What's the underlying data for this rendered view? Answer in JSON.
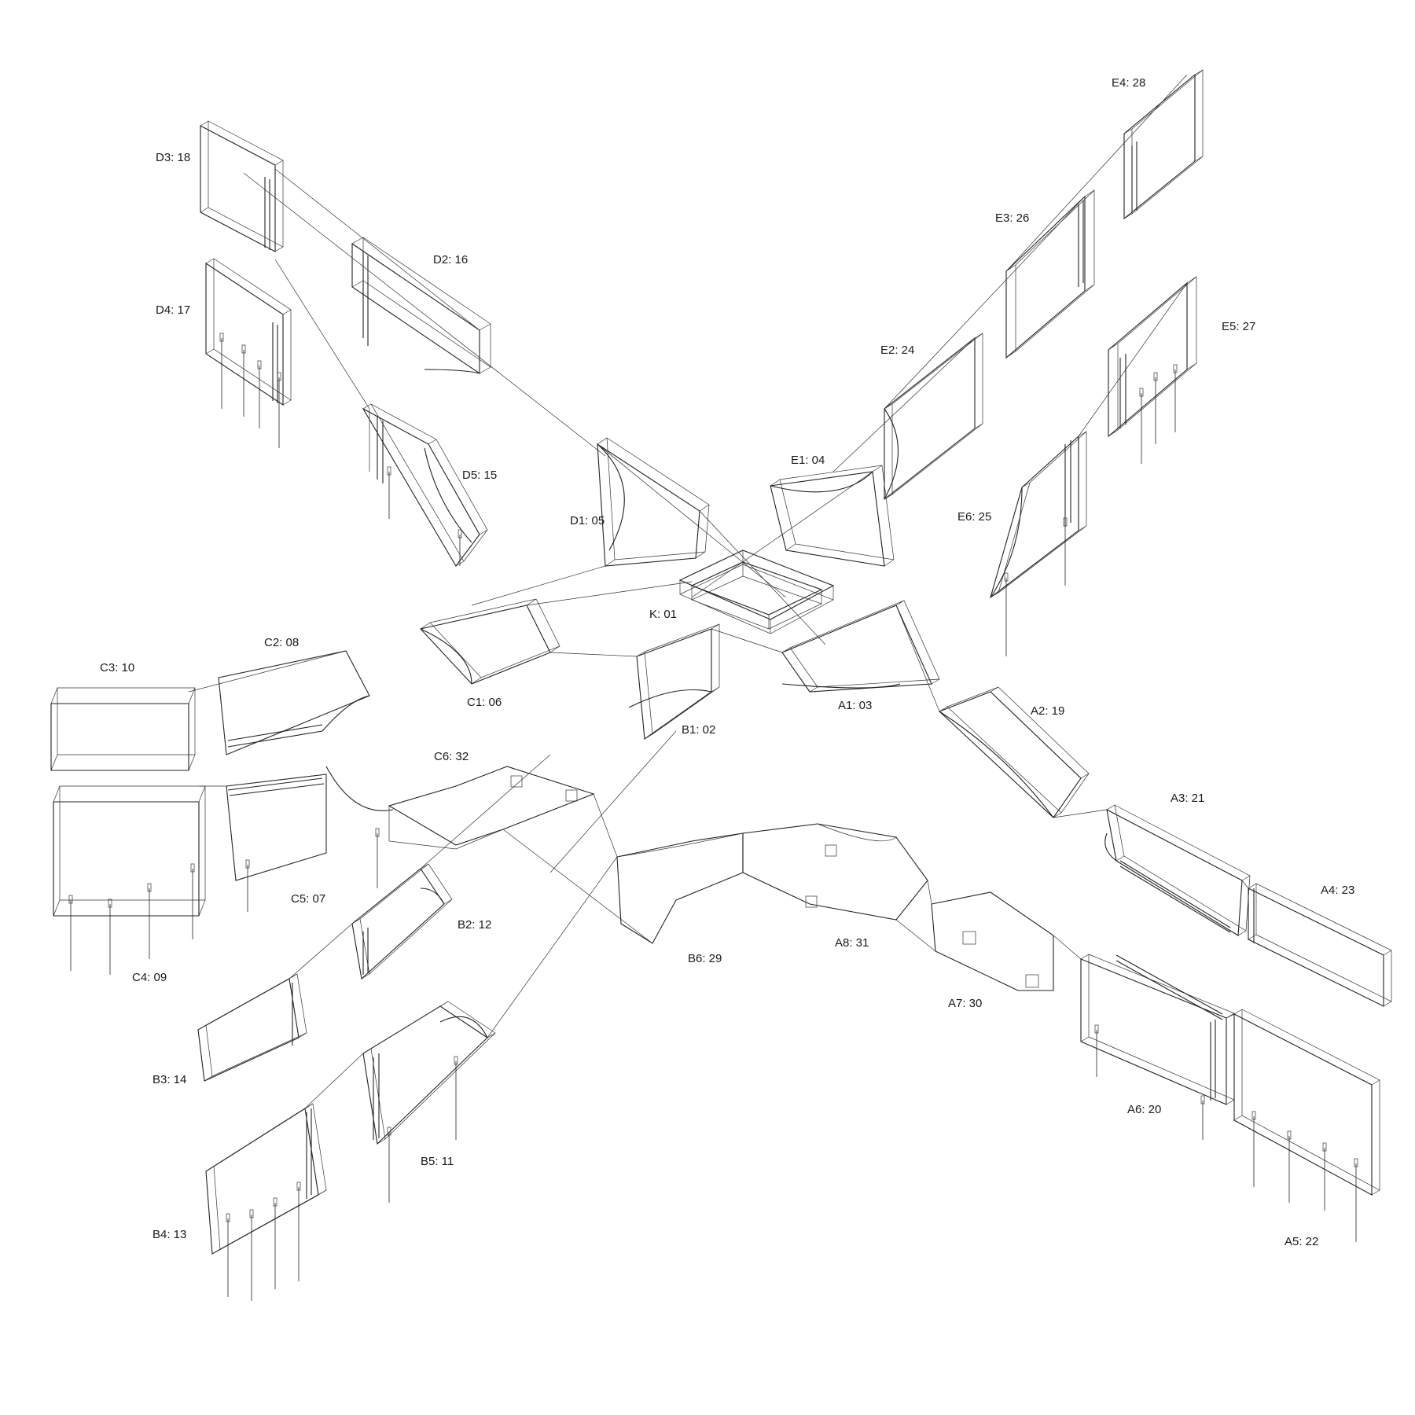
{
  "diagram": {
    "ink_color": "#222222",
    "background": "#ffffff",
    "parts": [
      {
        "id": "K",
        "label": "K: 01"
      },
      {
        "id": "B1",
        "label": "B1: 02"
      },
      {
        "id": "A1",
        "label": "A1: 03"
      },
      {
        "id": "E1",
        "label": "E1: 04"
      },
      {
        "id": "D1",
        "label": "D1: 05"
      },
      {
        "id": "C1",
        "label": "C1: 06"
      },
      {
        "id": "C5",
        "label": "C5: 07"
      },
      {
        "id": "C2",
        "label": "C2: 08"
      },
      {
        "id": "C4",
        "label": "C4: 09"
      },
      {
        "id": "C3",
        "label": "C3: 10"
      },
      {
        "id": "B5",
        "label": "B5: 11"
      },
      {
        "id": "B2",
        "label": "B2: 12"
      },
      {
        "id": "B4",
        "label": "B4: 13"
      },
      {
        "id": "B3",
        "label": "B3: 14"
      },
      {
        "id": "D5",
        "label": "D5: 15"
      },
      {
        "id": "D2",
        "label": "D2: 16"
      },
      {
        "id": "D4",
        "label": "D4: 17"
      },
      {
        "id": "D3",
        "label": "D3: 18"
      },
      {
        "id": "A2",
        "label": "A2: 19"
      },
      {
        "id": "A6",
        "label": "A6: 20"
      },
      {
        "id": "A3",
        "label": "A3: 21"
      },
      {
        "id": "A5",
        "label": "A5: 22"
      },
      {
        "id": "A4",
        "label": "A4: 23"
      },
      {
        "id": "E2",
        "label": "E2: 24"
      },
      {
        "id": "E6",
        "label": "E6: 25"
      },
      {
        "id": "E3",
        "label": "E3: 26"
      },
      {
        "id": "E5",
        "label": "E5: 27"
      },
      {
        "id": "E4",
        "label": "E4: 28"
      },
      {
        "id": "B6",
        "label": "B6: 29"
      },
      {
        "id": "A7",
        "label": "A7: 30"
      },
      {
        "id": "A8",
        "label": "A8: 31"
      },
      {
        "id": "C6",
        "label": "C6: 32"
      }
    ]
  }
}
